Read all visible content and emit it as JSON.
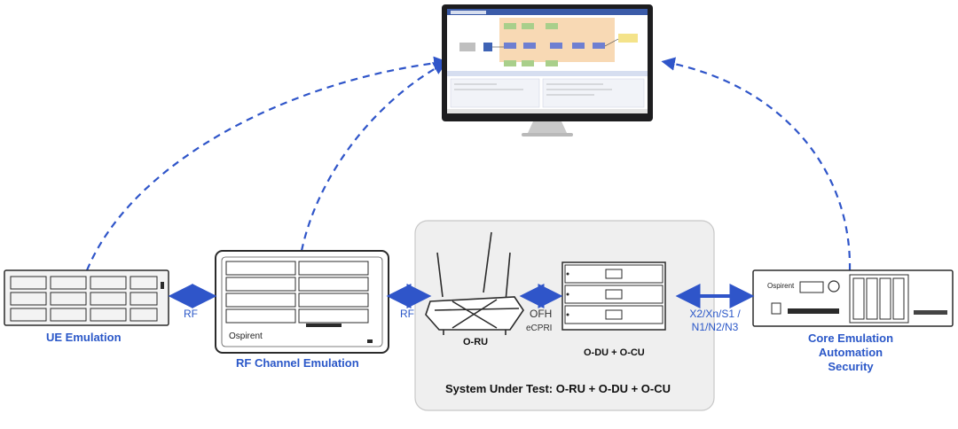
{
  "labels": {
    "ue_emulation": "UE Emulation",
    "rf_channel_emulation": "RF Channel Emulation",
    "core_line1": "Core Emulation",
    "core_line2": "Automation",
    "core_line3": "Security",
    "rf_left": "RF",
    "rf_right": "RF",
    "ofh": "OFH",
    "ecpri": "eCPRI",
    "o_ru": "O-RU",
    "o_du_cu": "O-DU + O-CU",
    "interfaces_line1": "X2/Xn/S1 /",
    "interfaces_line2": "N1/N2/N3",
    "system_under_test": "System Under Test: O-RU + O-DU + O-CU"
  },
  "brand": {
    "rf_emulator_logo": "Ospirent",
    "core_box_logo": "Ospirent"
  },
  "colors": {
    "arrow_blue": "#2f55c9",
    "label_blue": "#2a57c8",
    "sut_box_fill": "#efefef",
    "sut_box_stroke": "#c8c8c8",
    "monitor_bezel": "#1d1d1f"
  },
  "icons": {
    "monitor": "monitor-screen-icon",
    "ue_rack": "rack-server-icon",
    "rf_emulator": "channel-emulator-icon",
    "router": "wifi-router-icon",
    "du_rack": "rack-server-icon",
    "core_appliance": "network-appliance-icon"
  }
}
